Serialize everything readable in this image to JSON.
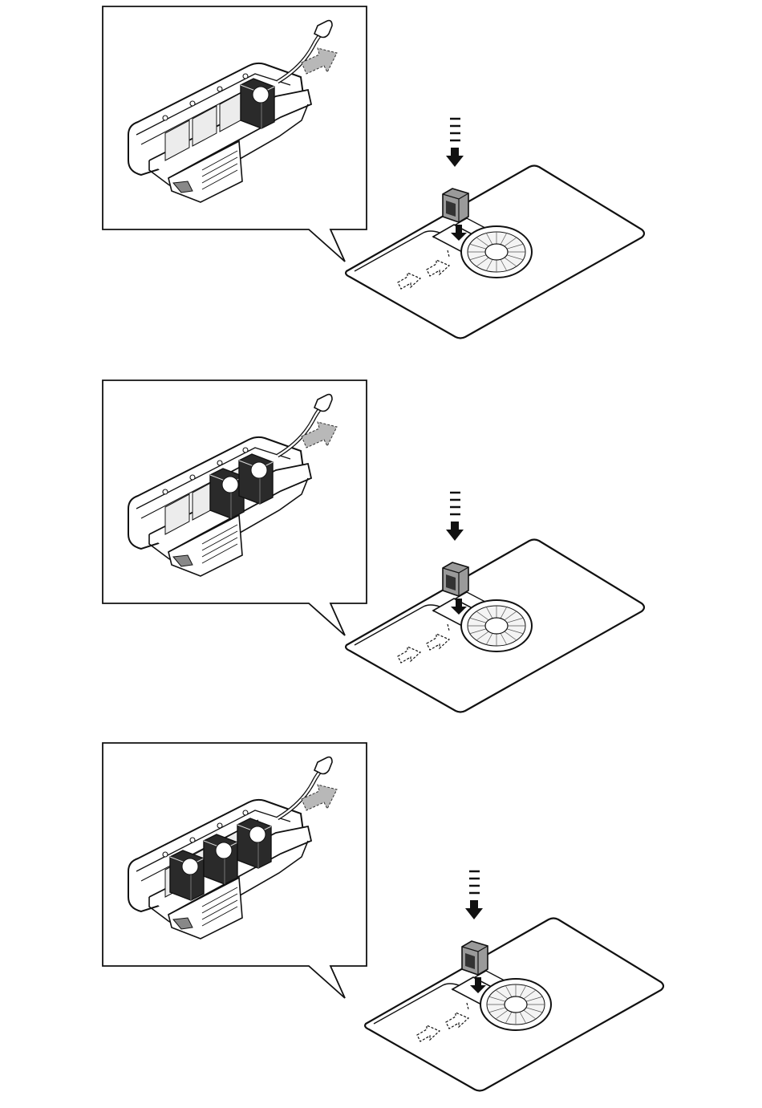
{
  "figure": {
    "colors": {
      "ink": "#111111",
      "fill_light": "#ffffff",
      "fill_grey": "#b8b8b8",
      "fill_mid": "#8a8a8a",
      "fill_dark": "#2a2a2a"
    },
    "steps": [
      {
        "step": 1,
        "cartridges_in_tray": 1,
        "icons": [
          "cartridge-tray-icon",
          "insert-arrow-icon",
          "drop-arrow-icon",
          "tablet-icon",
          "speaker-grille-icon"
        ]
      },
      {
        "step": 2,
        "cartridges_in_tray": 2,
        "icons": [
          "cartridge-tray-icon",
          "insert-arrow-icon",
          "drop-arrow-icon",
          "tablet-icon",
          "speaker-grille-icon"
        ]
      },
      {
        "step": 3,
        "cartridges_in_tray": 3,
        "icons": [
          "cartridge-tray-icon",
          "insert-arrow-icon",
          "drop-arrow-icon",
          "tablet-icon",
          "speaker-grille-icon"
        ]
      }
    ]
  }
}
